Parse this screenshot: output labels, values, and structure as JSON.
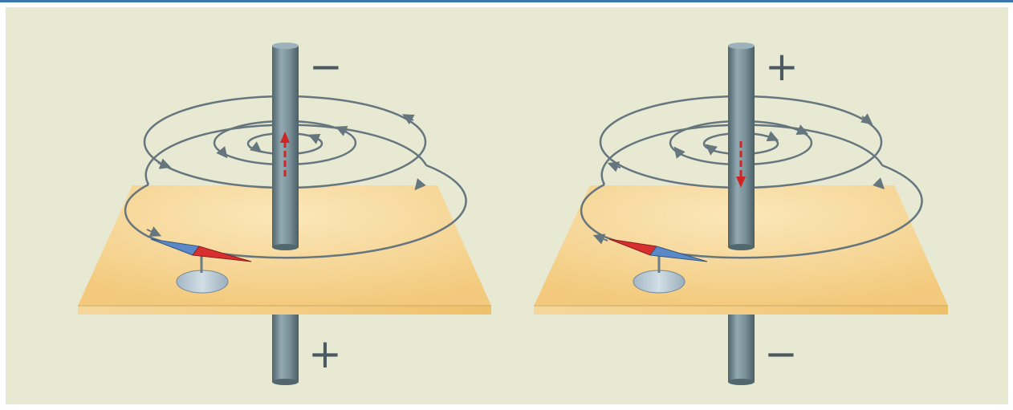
{
  "colors": {
    "background": "#e8e9d2",
    "top_rule": "#3a76b0",
    "plate": "#f8d99a",
    "wire": "#6f8790",
    "field_line": "#65767e",
    "current_arrow": "#d02525",
    "needle_north": "#d83030",
    "needle_south": "#5b88c8"
  },
  "panels": [
    {
      "top_sign": "−",
      "bottom_sign": "+",
      "current_direction": "up",
      "field_direction": "counterclockwise",
      "needle_north": "right"
    },
    {
      "top_sign": "+",
      "bottom_sign": "−",
      "current_direction": "down",
      "field_direction": "clockwise",
      "needle_north": "left"
    }
  ]
}
